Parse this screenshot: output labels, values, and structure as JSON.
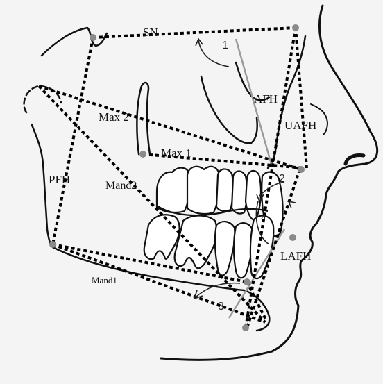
{
  "labels": {
    "sn": "SN",
    "afh": "AFH",
    "uafh": "UAFH",
    "lafh": "LAFH",
    "pfh": "PFH",
    "max1": "Max 1",
    "max2": "Max 2",
    "mand1": "Mand1",
    "mand2": "Mand2"
  },
  "angle_numbers": {
    "one": "1",
    "two": "2",
    "three": "3",
    "four": "4"
  },
  "colors": {
    "outline": "#111111",
    "reference_line": "#000000",
    "afh_line": "#9a9a9a",
    "landmark_point": "#8a8a8a",
    "background": "#f4f4f4"
  }
}
